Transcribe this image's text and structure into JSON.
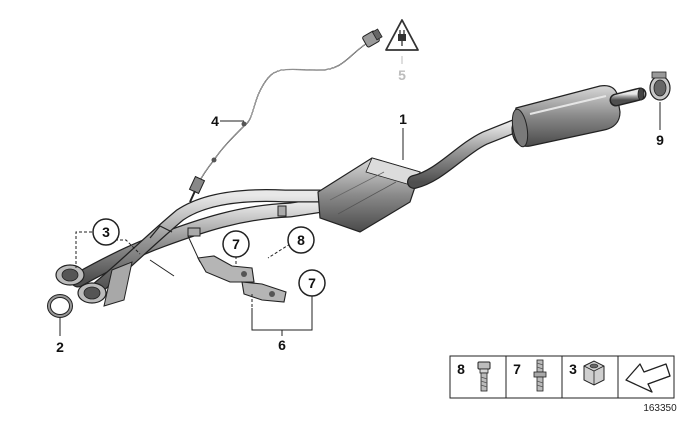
{
  "callouts": {
    "c1": "1",
    "c2": "2",
    "c3": "3",
    "c4": "4",
    "c5": "5",
    "c6": "6",
    "c7a": "7",
    "c7b": "7",
    "c8": "8",
    "c9": "9"
  },
  "legend": {
    "items": [
      {
        "number": "8",
        "icon": "bolt-icon"
      },
      {
        "number": "7",
        "icon": "stud-bolt-icon"
      },
      {
        "number": "3",
        "icon": "hex-nut-icon"
      },
      {
        "number": "",
        "icon": "direction-arrow-icon"
      }
    ]
  },
  "reference_number": "163350",
  "warning_icon": "electrical-plug-warning-icon",
  "colors": {
    "line": "#222222",
    "metal_dark": "#5d5d5d",
    "metal_mid": "#8f8f8f",
    "metal_light": "#cfcfcf",
    "callout_grey": "#bdbdbd"
  }
}
